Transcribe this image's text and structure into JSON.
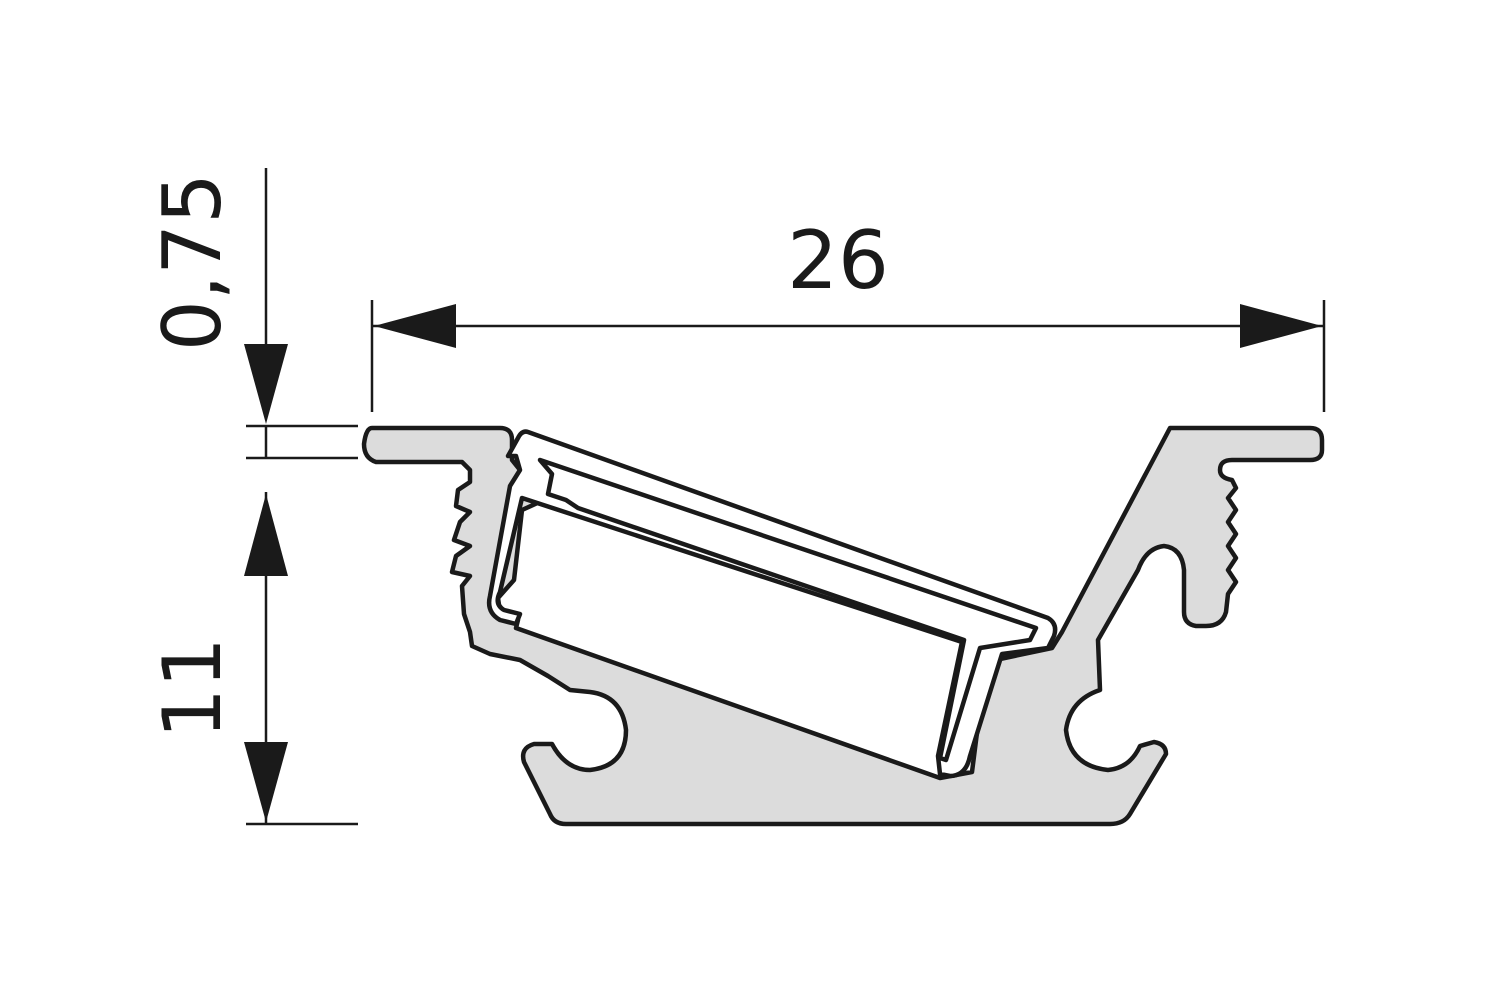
{
  "drawing": {
    "dimensions": {
      "width_label": "26",
      "wall_thickness_label": "0,75",
      "height_label": "11"
    },
    "colors": {
      "profile_fill": "#dcdcdc",
      "diffuser_fill": "#ffffff",
      "line": "#1a1a1a",
      "background": "#ffffff"
    }
  }
}
